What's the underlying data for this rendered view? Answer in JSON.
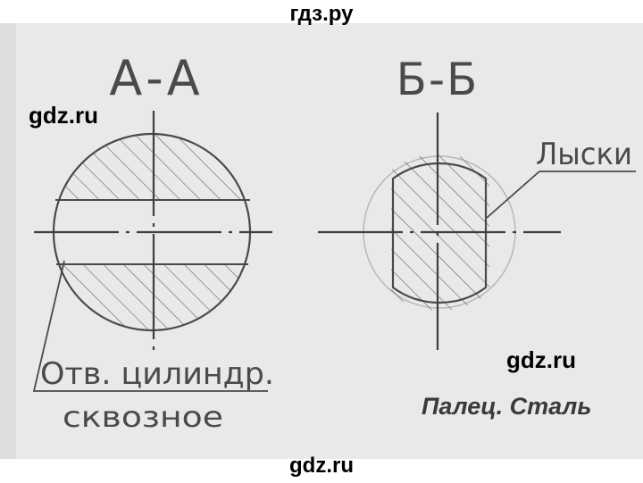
{
  "watermarks": {
    "top": "гдз.ру",
    "left": "gdz.ru",
    "right": "gdz.ru",
    "bottom": "gdz.ru"
  },
  "section_aa": {
    "title": "А-А",
    "note_line1": "Отв. цилиндр.",
    "note_line2": "сквозное"
  },
  "section_bb": {
    "title": "Б-Б",
    "label": "Лыски"
  },
  "caption": "Палец. Сталь",
  "colors": {
    "paper": "#e9e9e9",
    "ink": "#4a4a4a",
    "hatch": "#6a6a6a",
    "watermark": "#000000"
  }
}
